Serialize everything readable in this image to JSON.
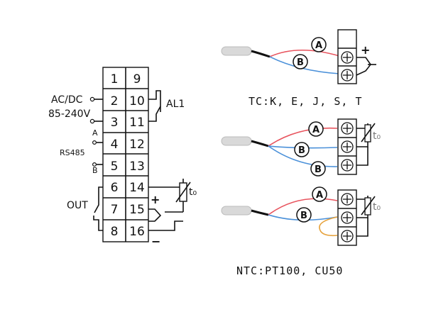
{
  "terminal_block": {
    "left_column": [
      "1",
      "2",
      "3",
      "4",
      "5",
      "6",
      "7",
      "8"
    ],
    "right_column": [
      "9",
      "10",
      "11",
      "12",
      "13",
      "14",
      "15",
      "16"
    ]
  },
  "labels": {
    "power_line1": "AC/DC",
    "power_line2": "85-240V",
    "alarm": "AL1",
    "rs485_a": "A",
    "rs485": "RS485",
    "rs485_b": "B",
    "out": "OUT",
    "plus": "+",
    "minus": "−",
    "sensor": "t₀"
  },
  "tc_section": {
    "wire_a": "A",
    "wire_b": "B",
    "plus": "+",
    "caption": "TC:K, E, J, S, T"
  },
  "rtd3_section": {
    "wire_a": "A",
    "wire_b1": "B",
    "wire_b2": "B",
    "sensor": "t₀"
  },
  "rtd2_section": {
    "wire_a": "A",
    "wire_b": "B",
    "sensor": "t₀",
    "caption": "NTC:PT100, CU50"
  },
  "colors": {
    "red_wire": "#e8545e",
    "blue_wire": "#4a90d9",
    "jumper": "#e6a23c",
    "probe": "#d9d9d9"
  }
}
